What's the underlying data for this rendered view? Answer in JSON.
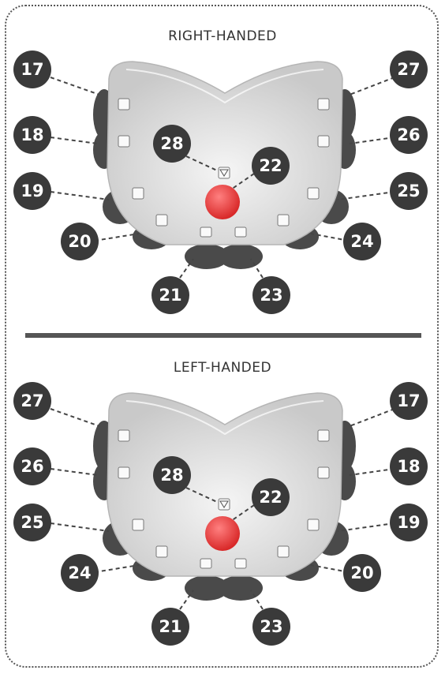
{
  "panels": [
    {
      "title": "RIGHT-HANDED",
      "labels": {
        "l1": "17",
        "l2": "18",
        "l3": "19",
        "l4": "20",
        "b1": "21",
        "b2": "23",
        "r1": "27",
        "r2": "26",
        "r3": "25",
        "r4": "24",
        "center": "28",
        "red": "22"
      }
    },
    {
      "title": "LEFT-HANDED",
      "labels": {
        "l1": "27",
        "l2": "26",
        "l3": "25",
        "l4": "24",
        "b1": "21",
        "b2": "23",
        "r1": "17",
        "r2": "18",
        "r3": "19",
        "r4": "20",
        "center": "28",
        "red": "22"
      }
    }
  ],
  "colors": {
    "label_bg": "#3a3a3a",
    "pad_body": "#dcdcdc",
    "pad_rubber": "#4a4a4a",
    "red_button": "#e63232",
    "frame": "#555555"
  }
}
